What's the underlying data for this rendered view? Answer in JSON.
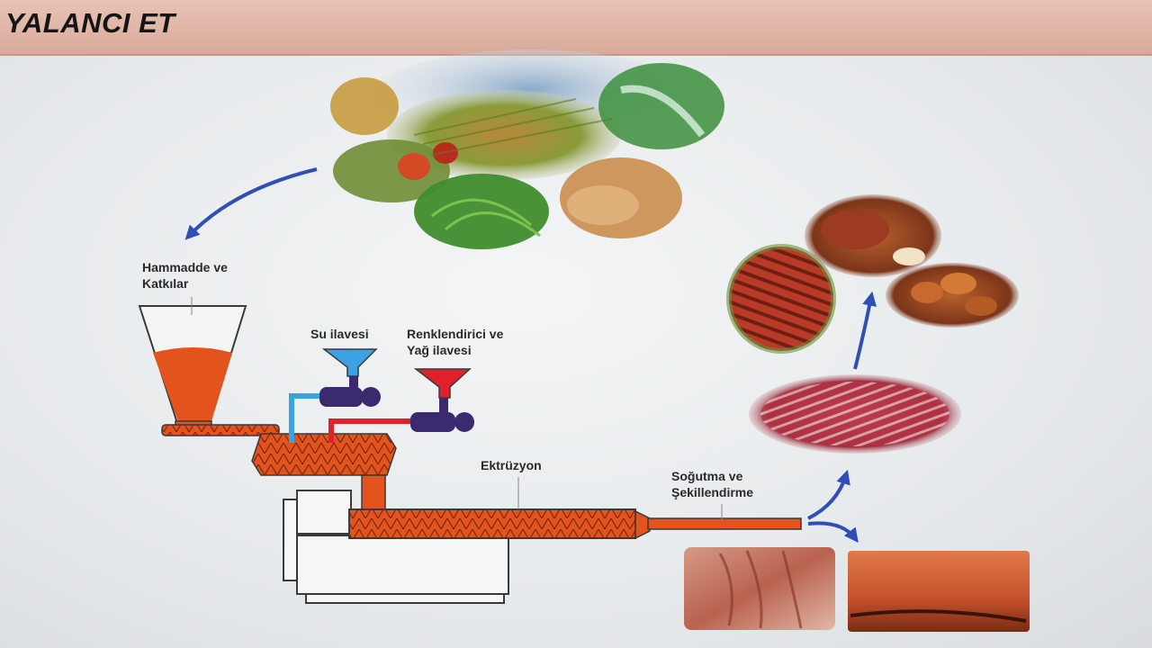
{
  "slide": {
    "title": "YALANCI ET"
  },
  "labels": {
    "raw_material_line1": "Hammadde ve",
    "raw_material_line2": "Katkılar",
    "water": "Su ilavesi",
    "colorant_line1": "Renklendirici ve",
    "colorant_line2": "Yağ ilavesi",
    "extrusion": "Ektrüzyon",
    "cooling_line1": "Soğutma ve",
    "cooling_line2": "Şekillendirme"
  },
  "colors": {
    "product_orange": "#e2531d",
    "water_blue": "#3aa3e3",
    "colorant_red": "#e0202a",
    "pump_purple": "#3b2a6e",
    "arrow_blue": "#2f4fb6",
    "title_bar": "#dcb1a2"
  },
  "icons": {
    "crops": "crop-field-collage",
    "patties": "meat-patty-photos",
    "minced": "minced-meat-photo",
    "slabs": "meat-slab-photos"
  }
}
